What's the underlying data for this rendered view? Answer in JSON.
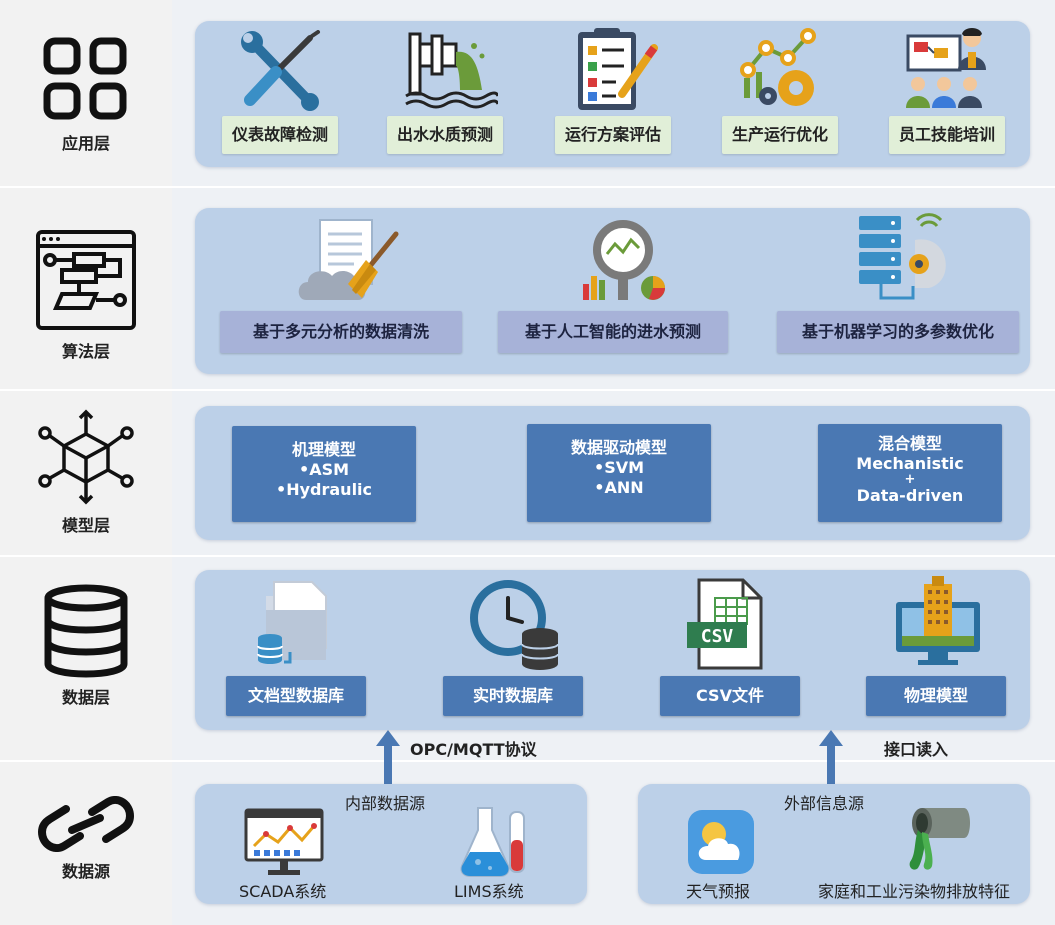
{
  "layers": {
    "app": "应用层",
    "algo": "算法层",
    "model": "模型层",
    "data": "数据层",
    "source": "数据源"
  },
  "application": {
    "items": [
      "仪表故障检测",
      "出水水质预测",
      "运行方案评估",
      "生产运行优化",
      "员工技能培训"
    ],
    "icons": [
      "wrench-screwdriver-icon",
      "discharge-pipe-icon",
      "checklist-icon",
      "gears-chart-icon",
      "training-presentation-icon"
    ]
  },
  "algorithm": {
    "items": [
      "基于多元分析的数据清洗",
      "基于人工智能的进水预测",
      "基于机器学习的多参数优化"
    ],
    "icons": [
      "data-cleaning-icon",
      "magnifier-analytics-icon",
      "server-ai-icon"
    ]
  },
  "models": [
    {
      "title": "机理模型",
      "lines": [
        "•ASM",
        "•Hydraulic"
      ]
    },
    {
      "title": "数据驱动模型",
      "lines": [
        "•SVM",
        "•ANN"
      ]
    },
    {
      "title": "混合模型",
      "lines": [
        "Mechanistic",
        "+",
        "Data-driven"
      ]
    }
  ],
  "data_layer": {
    "items": [
      "文档型数据库",
      "实时数据库",
      "CSV文件",
      "物理模型"
    ],
    "icons": [
      "document-database-icon",
      "realtime-clock-database-icon",
      "csv-file-icon",
      "building-monitor-icon"
    ],
    "csv_badge": "CSV"
  },
  "connectors": {
    "left": "OPC/MQTT协议",
    "right": "接口读入"
  },
  "sources": {
    "internal": {
      "title": "内部数据源",
      "items": [
        "SCADA系统",
        "LIMS系统"
      ]
    },
    "external": {
      "title": "外部信息源",
      "items": [
        "天气预报",
        "家庭和工业污染物排放特征"
      ]
    }
  },
  "colors": {
    "panel": "#bcd0e8",
    "green_label": "#e1efd8",
    "purple_label": "#a7b2d8",
    "model_blue": "#4a78b3",
    "arrow_blue": "#4a78b3"
  }
}
